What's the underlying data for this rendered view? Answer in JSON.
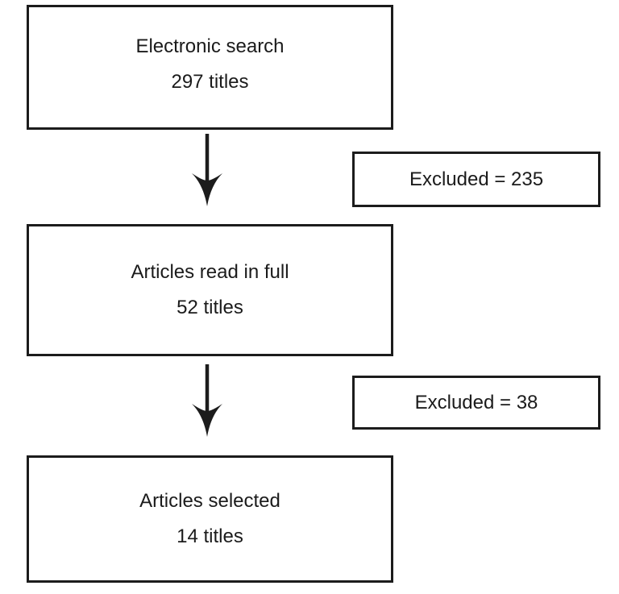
{
  "diagram": {
    "type": "flowchart",
    "colors": {
      "background": "#ffffff",
      "line": "#1c1c1c",
      "text": "#1b1b1b"
    },
    "nodes": [
      {
        "id": "electronic-search",
        "title": "Electronic search",
        "count": "297 titles"
      },
      {
        "id": "articles-read-in-full",
        "title": "Articles read in full",
        "count": "52 titles"
      },
      {
        "id": "articles-selected",
        "title": "Articles selected",
        "count": "14 titles"
      }
    ],
    "exclusions": [
      {
        "id": "excluded-1",
        "label": "Excluded = 235"
      },
      {
        "id": "excluded-2",
        "label": "Excluded = 38"
      }
    ],
    "arrows": [
      {
        "from": "electronic-search",
        "to": "articles-read-in-full",
        "direction": "down"
      },
      {
        "from": "articles-read-in-full",
        "to": "articles-selected",
        "direction": "down"
      }
    ]
  }
}
